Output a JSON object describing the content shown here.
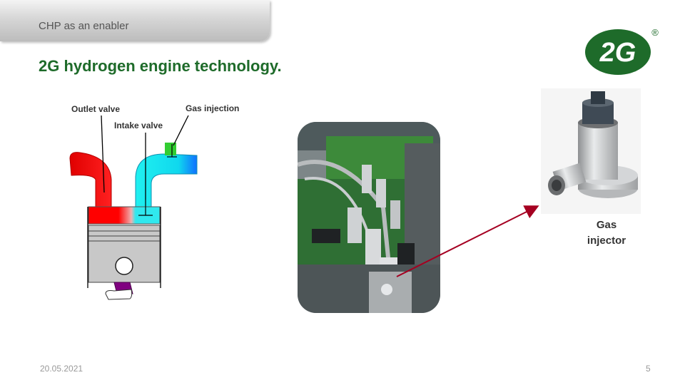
{
  "header": {
    "section_tab": "CHP as an enabler"
  },
  "slide": {
    "title": "2G hydrogen engine technology."
  },
  "logo": {
    "text": "2G",
    "registered": "®",
    "color": "#1e6b2a"
  },
  "diagram": {
    "labels": {
      "outlet": "Outlet valve",
      "intake": "Intake valve",
      "gas": "Gas injection"
    },
    "colors": {
      "outlet": "#ff0000",
      "intake": "#00e5ee",
      "gas": "#32cd32",
      "rod": "#800080"
    }
  },
  "photo": {
    "icon": "engine-photo"
  },
  "injector": {
    "label_line1": "Gas",
    "label_line2": "injector",
    "arrow_color": "#a50021"
  },
  "footer": {
    "date": "20.05.2021",
    "page": "5"
  }
}
